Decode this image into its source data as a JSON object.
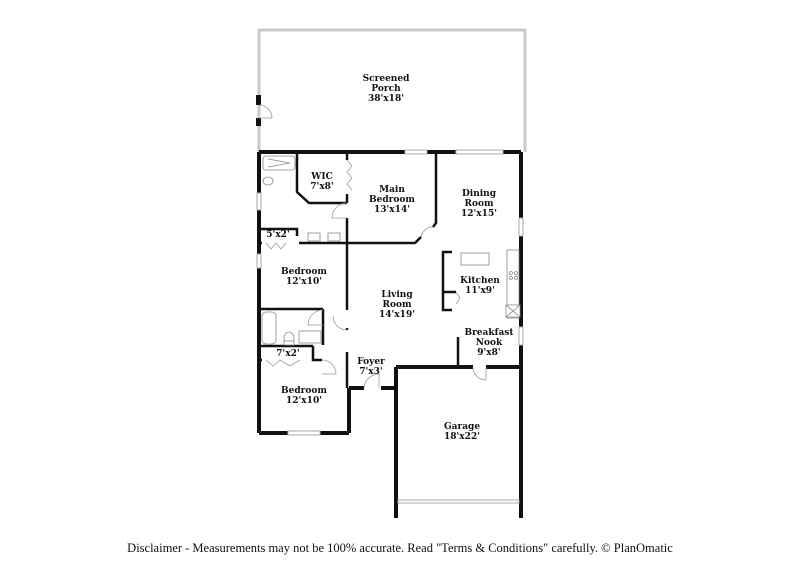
{
  "floorplan": {
    "rooms": [
      {
        "name_lines": [
          "Screened",
          "Porch"
        ],
        "dims": "38'x18'"
      },
      {
        "name_lines": [
          "WIC"
        ],
        "dims": "7'x8'"
      },
      {
        "name_lines": [
          "Main",
          "Bedroom"
        ],
        "dims": "13'x14'"
      },
      {
        "name_lines": [
          "Dining",
          "Room"
        ],
        "dims": "12'x15'"
      },
      {
        "name_lines": [],
        "dims": "5'x2'"
      },
      {
        "name_lines": [
          "Bedroom"
        ],
        "dims": "12'x10'"
      },
      {
        "name_lines": [
          "Living",
          "Room"
        ],
        "dims": "14'x19'"
      },
      {
        "name_lines": [
          "Kitchen"
        ],
        "dims": "11'x9'"
      },
      {
        "name_lines": [
          "Breakfast",
          "Nook"
        ],
        "dims": "9'x8'"
      },
      {
        "name_lines": [],
        "dims": "7'x2'"
      },
      {
        "name_lines": [
          "Foyer"
        ],
        "dims": "7'x3'"
      },
      {
        "name_lines": [
          "Bedroom"
        ],
        "dims": "12'x10'"
      },
      {
        "name_lines": [
          "Garage"
        ],
        "dims": "18'x22'"
      }
    ],
    "colors": {
      "wall": "#111111",
      "porch_wall": "#c8c8c8",
      "window": "#bbbbbb",
      "fixture": "#888888"
    }
  },
  "footer": {
    "disclaimer": "Disclaimer - Measurements may not be 100% accurate. Read \"Terms & Conditions\" carefully. © PlanOmatic"
  }
}
